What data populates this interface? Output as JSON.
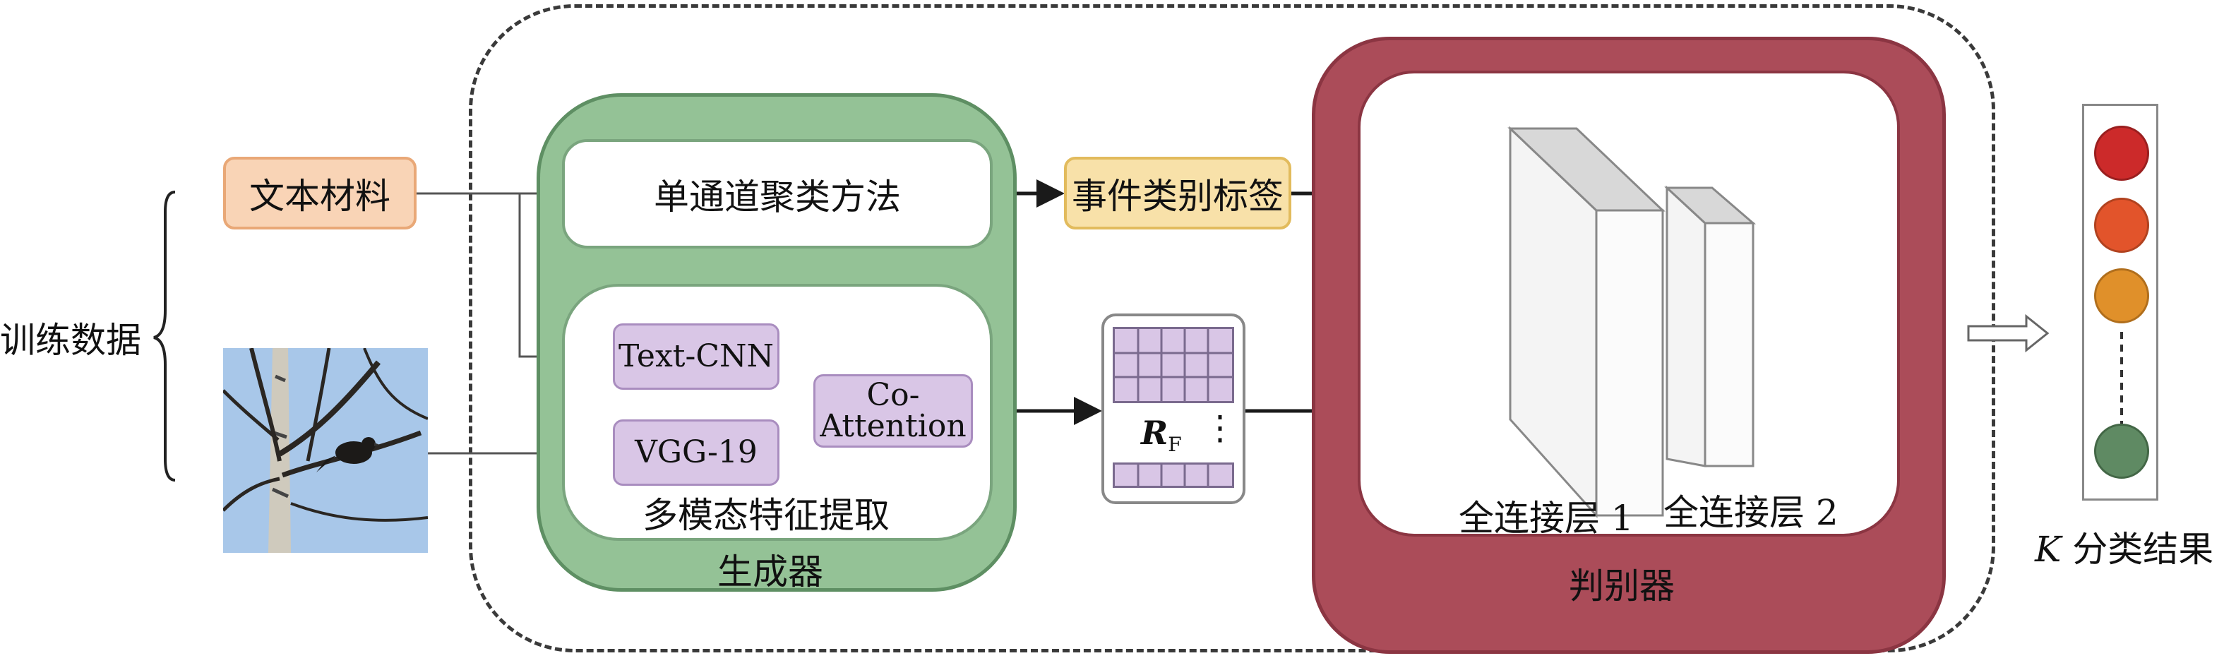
{
  "training_data_label": "训练数据",
  "text_material": "文本材料",
  "single_pass_clustering": "单通道聚类方法",
  "event_category_label": "事件类别标签",
  "text_cnn": "Text-CNN",
  "vgg19": "VGG-19",
  "co_attention_line1": "Co-",
  "co_attention_line2": "Attention",
  "multimodal_feature_extraction": "多模态特征提取",
  "generator": "生成器",
  "feature_symbol": "R",
  "feature_subscript": "F",
  "matrix_ellipsis": "⋮",
  "fc_layer_1": "全连接层 1",
  "fc_layer_2": "全连接层 2",
  "discriminator": "判别器",
  "k_symbol": "K",
  "k_class_result": " 分类结果",
  "output_colors": [
    "#cc2a2a",
    "#e2542b",
    "#e0902a",
    "#5f8a63"
  ],
  "colors": {
    "generator_fill": "#94c296",
    "discriminator_fill": "#ab4c59",
    "feature_box": "#d9c6e6"
  },
  "icons": [
    "bird-on-branch-photo",
    "hollow-arrow-icon"
  ]
}
